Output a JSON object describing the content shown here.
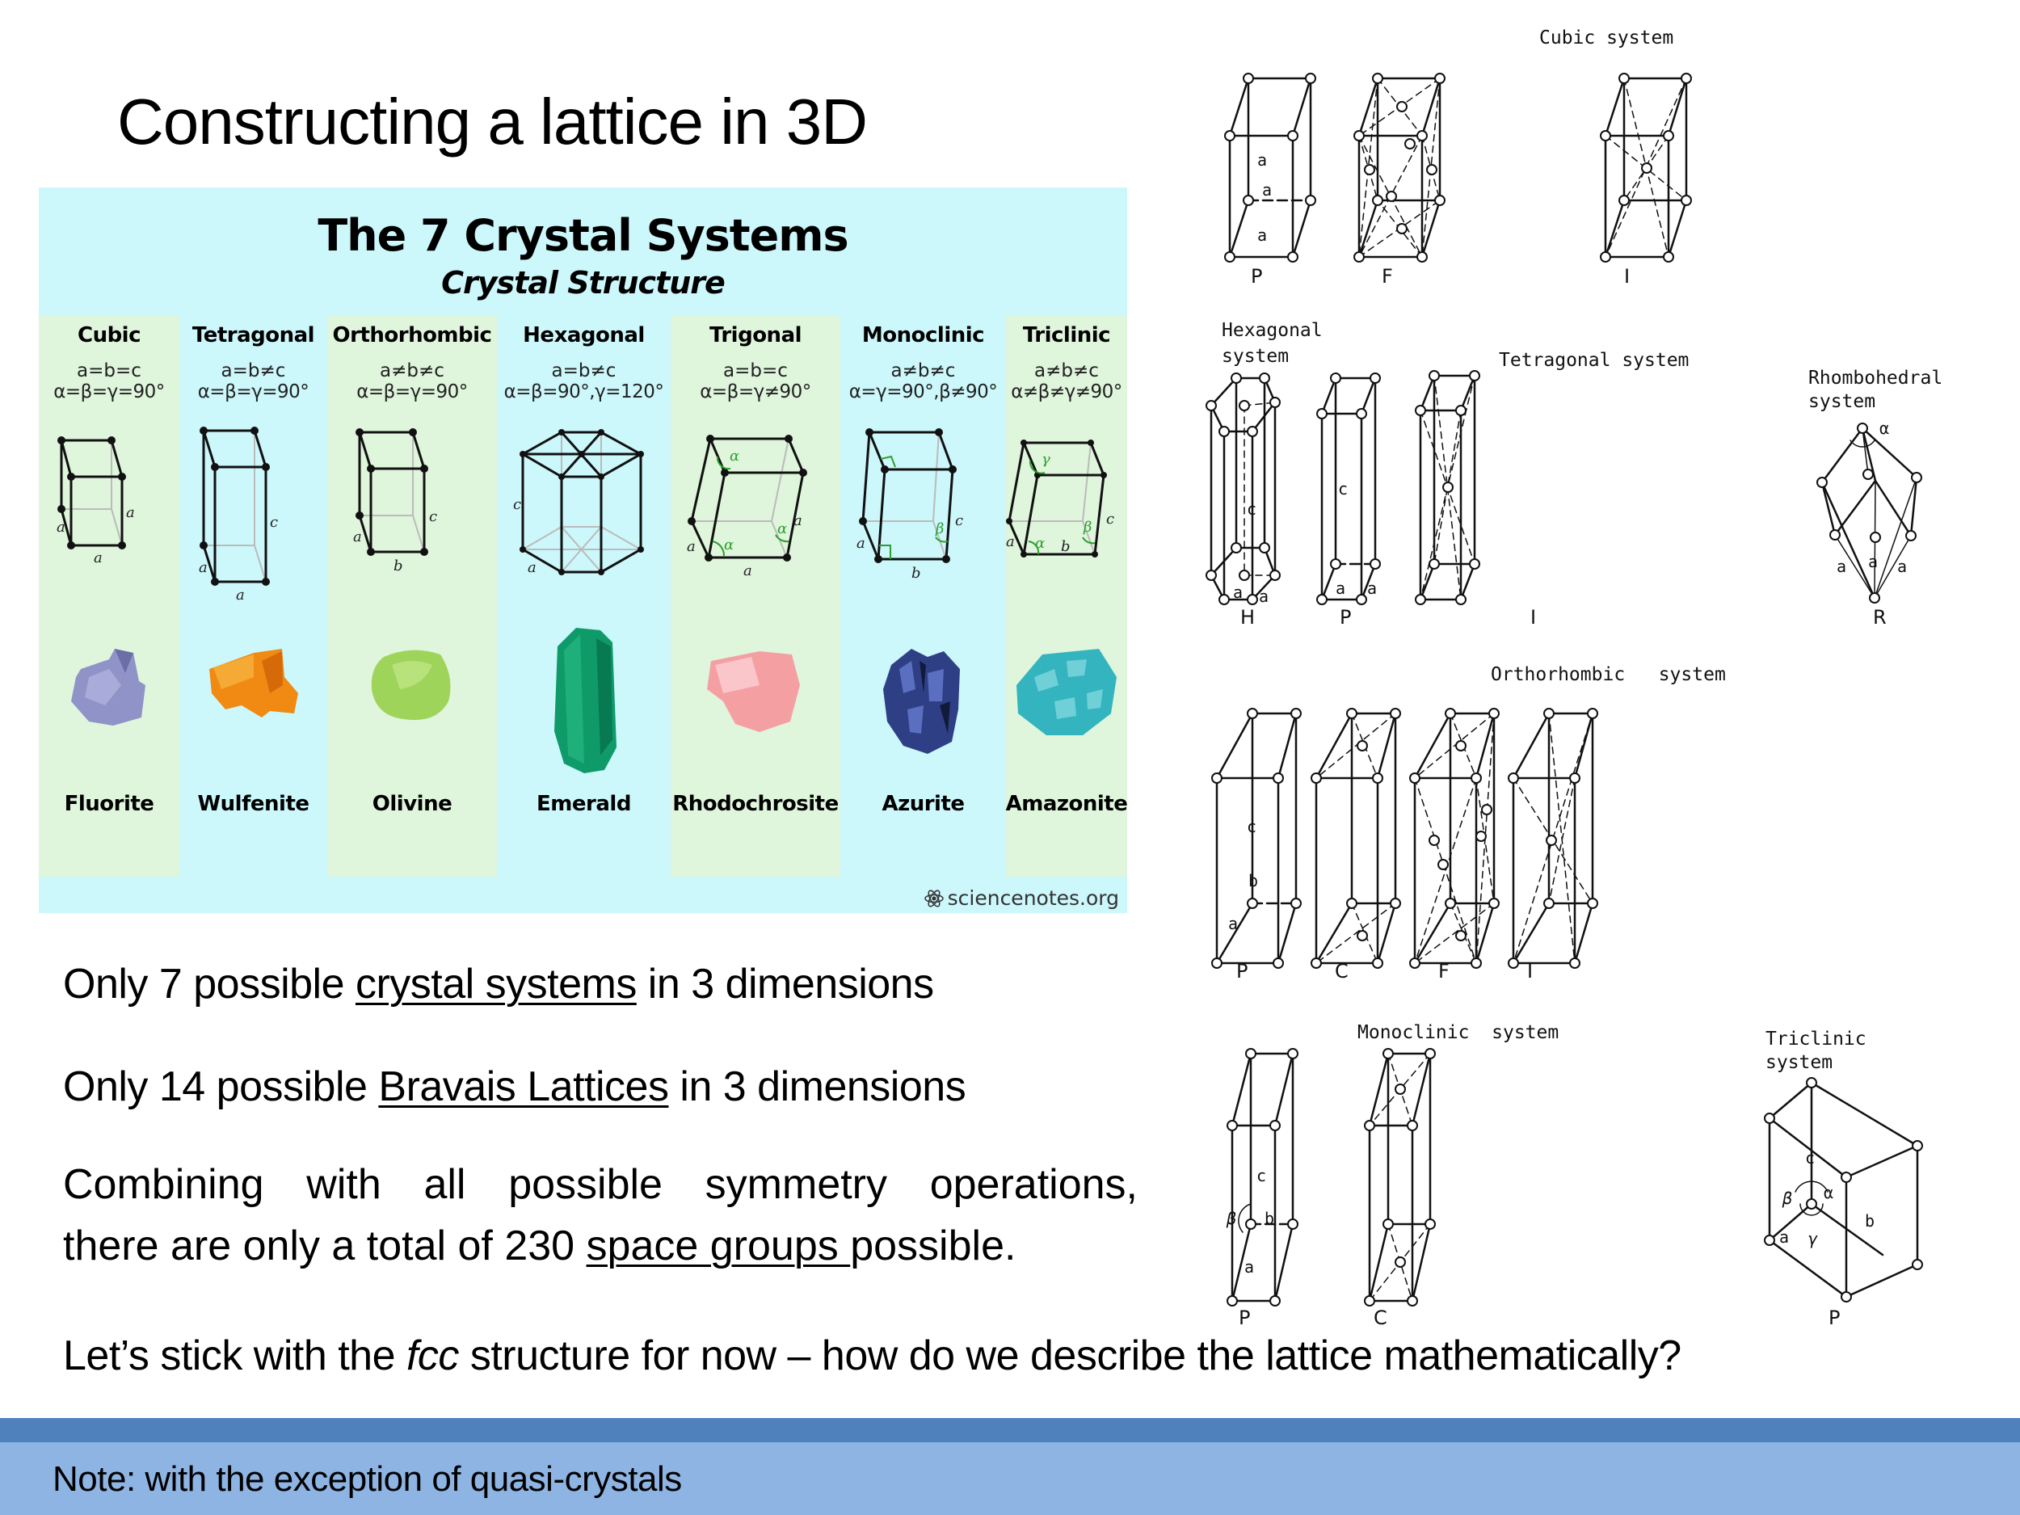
{
  "slide": {
    "title": "Constructing a lattice in 3D"
  },
  "infographic": {
    "title": "The 7 Crystal Systems",
    "subtitle": "Crystal Structure",
    "credit": "sciencenotes.org",
    "colors": {
      "green": "#dff5dc",
      "cyan": "#ccf7fb",
      "angle_green": "#2ca02c"
    },
    "systems": [
      {
        "name": "Cubic",
        "axes": "a=b=c",
        "angles": "α=β=γ=90°",
        "mineral": "Fluorite",
        "mineral_color": "#8f93c8",
        "edge_labels": [
          "a",
          "a",
          "a"
        ]
      },
      {
        "name": "Tetragonal",
        "axes": "a=b≠c",
        "angles": "α=β=γ=90°",
        "mineral": "Wulfenite",
        "mineral_color": "#f08a12",
        "edge_labels": [
          "a",
          "a",
          "c"
        ]
      },
      {
        "name": "Orthorhombic",
        "axes": "a≠b≠c",
        "angles": "α=β=γ=90°",
        "mineral": "Olivine",
        "mineral_color": "#9fd45a",
        "edge_labels": [
          "a",
          "b",
          "c"
        ]
      },
      {
        "name": "Hexagonal",
        "axes": "a=b≠c",
        "angles": "α=β=90°,γ=120°",
        "mineral": "Emerald",
        "mineral_color": "#0f9a6a",
        "edge_labels": [
          "a",
          "c"
        ]
      },
      {
        "name": "Trigonal",
        "axes": "a=b=c",
        "angles": "α=β=γ≠90°",
        "mineral": "Rhodochrosite",
        "mineral_color": "#f4a0a3",
        "edge_labels": [
          "a",
          "a",
          "a",
          "α",
          "α",
          "α"
        ]
      },
      {
        "name": "Monoclinic",
        "axes": "a≠b≠c",
        "angles": "α=γ=90°,β≠90°",
        "mineral": "Azurite",
        "mineral_color": "#2f3f86",
        "edge_labels": [
          "a",
          "b",
          "c",
          "β"
        ]
      },
      {
        "name": "Triclinic",
        "axes": "a≠b≠c",
        "angles": "α≠β≠γ≠90°",
        "mineral": "Amazonite",
        "mineral_color": "#33b4bf",
        "edge_labels": [
          "a",
          "b",
          "c",
          "α",
          "β",
          "γ"
        ]
      }
    ]
  },
  "bullets": {
    "b1": {
      "pre": "Only 7 possible ",
      "link": "crystal systems",
      "post": " in 3 dimensions"
    },
    "b2": {
      "pre": "Only 14 possible ",
      "link": "Bravais Lattices",
      "post": " in 3 dimensions"
    },
    "b3": {
      "line1": "Combining with all possible symmetry operations,",
      "pre": "there are only a total of 230 ",
      "link": "space groups ",
      "post": "possible."
    },
    "b4": {
      "pre": "Let’s stick with the ",
      "em": "fcc",
      "post": " structure for now – how do we describe the lattice mathematically?"
    }
  },
  "footer": {
    "note": "Note: with the exception of quasi-crystals",
    "colors": {
      "dark": "#4f81bd",
      "light": "#8eb4e3"
    }
  },
  "bravais": {
    "cubic": {
      "label": "Cubic system",
      "types": [
        "P",
        "F",
        "I"
      ],
      "edge_labels": [
        "a",
        "a",
        "a"
      ]
    },
    "hexagonal": {
      "label_1": "Hexagonal",
      "label_2": "system",
      "types": [
        "H"
      ],
      "edge_labels": [
        "c",
        "a",
        "a"
      ]
    },
    "tetragonal": {
      "label": "Tetragonal system",
      "types": [
        "P",
        "I"
      ],
      "edge_labels": [
        "c",
        "a",
        "a"
      ]
    },
    "rhombohedral": {
      "label_1": "Rhombohedral",
      "label_2": "system",
      "types": [
        "R"
      ],
      "edge_labels": [
        "α",
        "a",
        "a",
        "a"
      ]
    },
    "orthorhombic": {
      "label": "Orthorhombic   system",
      "types": [
        "P",
        "C",
        "F",
        "I"
      ],
      "edge_labels": [
        "c",
        "b",
        "a"
      ]
    },
    "monoclinic": {
      "label": "Monoclinic  system",
      "types": [
        "P",
        "C"
      ],
      "edge_labels": [
        "c",
        "b",
        "a",
        "β"
      ]
    },
    "triclinic": {
      "label_1": "Triclinic",
      "label_2": "system",
      "types": [
        "P"
      ],
      "edge_labels": [
        "c",
        "β",
        "α",
        "b",
        "a",
        "γ"
      ]
    }
  }
}
